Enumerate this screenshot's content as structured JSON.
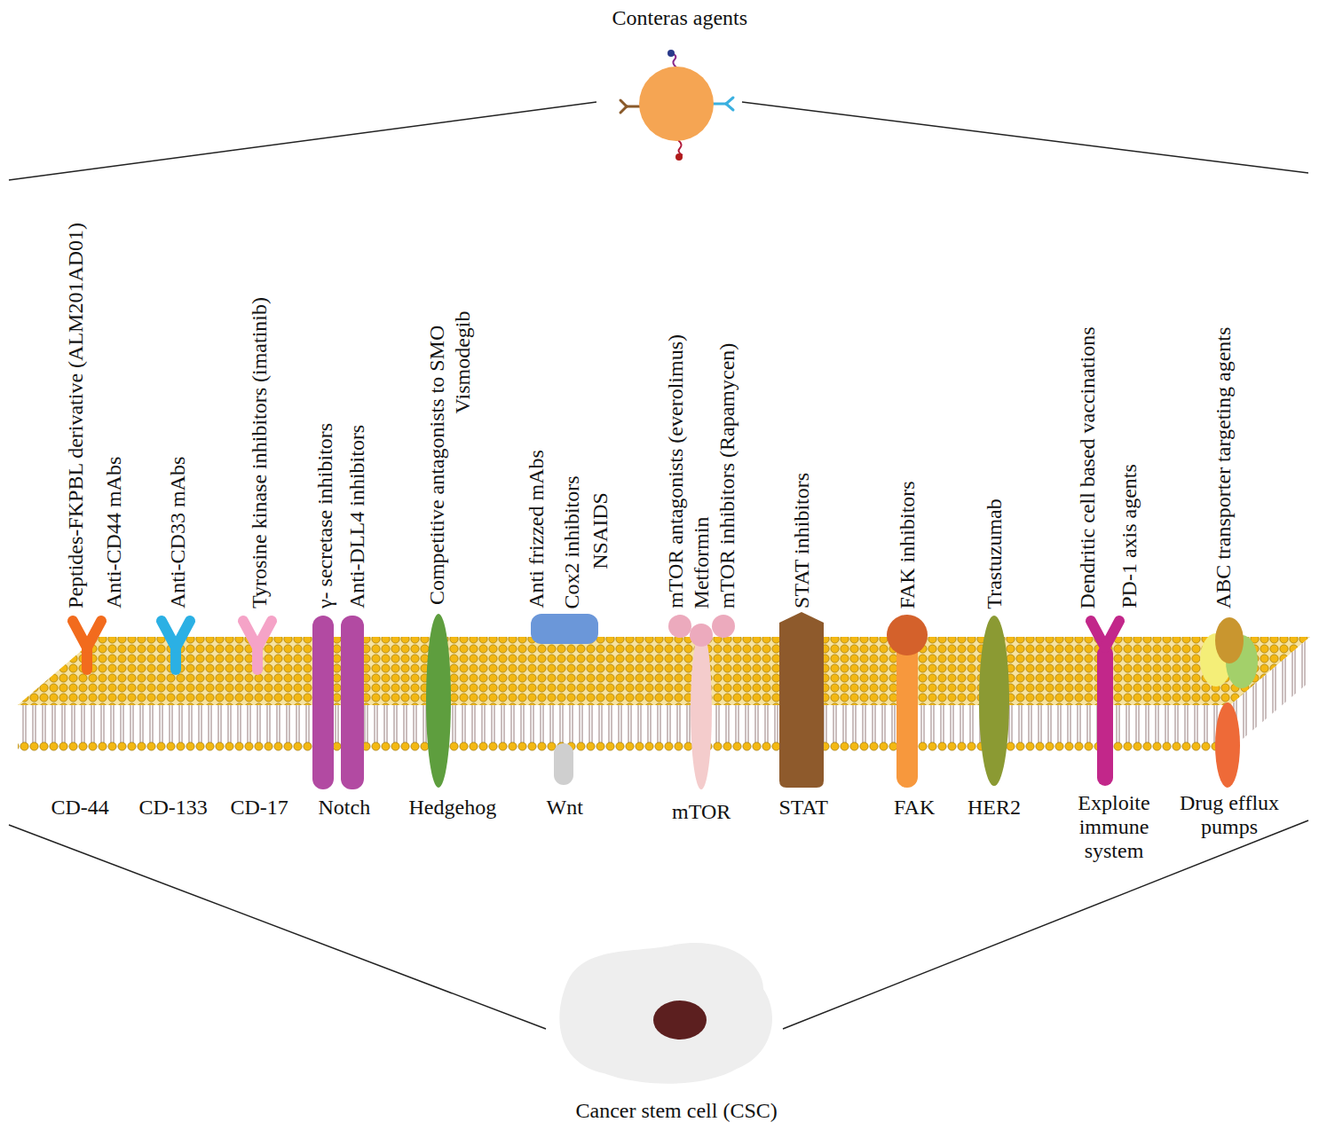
{
  "diagram": {
    "title": "Conteras agents",
    "labels": [
      "Peptides-FKPBL derivative (ALM201AD01)",
      "Anti-CD44 mAbs",
      "Anti-CD33 mAbs",
      "Tyrosine kinase inhibitors (imatinib)",
      "γ- secretase inhibitors",
      "Anti-DLL4 inhibitors",
      "Competitive antagonists to SMO",
      "Vismodegib",
      "Anti frizzed mAbs",
      "Cox2 inhibitors",
      "NSAIDS",
      "mTOR antagonists (everolimus)",
      "Metformin",
      "mTOR inhibitors (Rapamycen)",
      "STAT inhibitors",
      "FAK inhibitors",
      "Trastuzumab",
      "Dendritic cell based vaccinations",
      "PD-1 axis agents",
      "ABC transporter targeting agents",
      "CD-44",
      "CD-133",
      "CD-17",
      "Notch",
      "Hedgehog",
      "Wnt",
      "mTOR",
      "STAT",
      "FAK",
      "HER2",
      "Exploite immune system",
      "Drug efflux pumps",
      "Cancer stem cell (CSC)"
    ]
  }
}
